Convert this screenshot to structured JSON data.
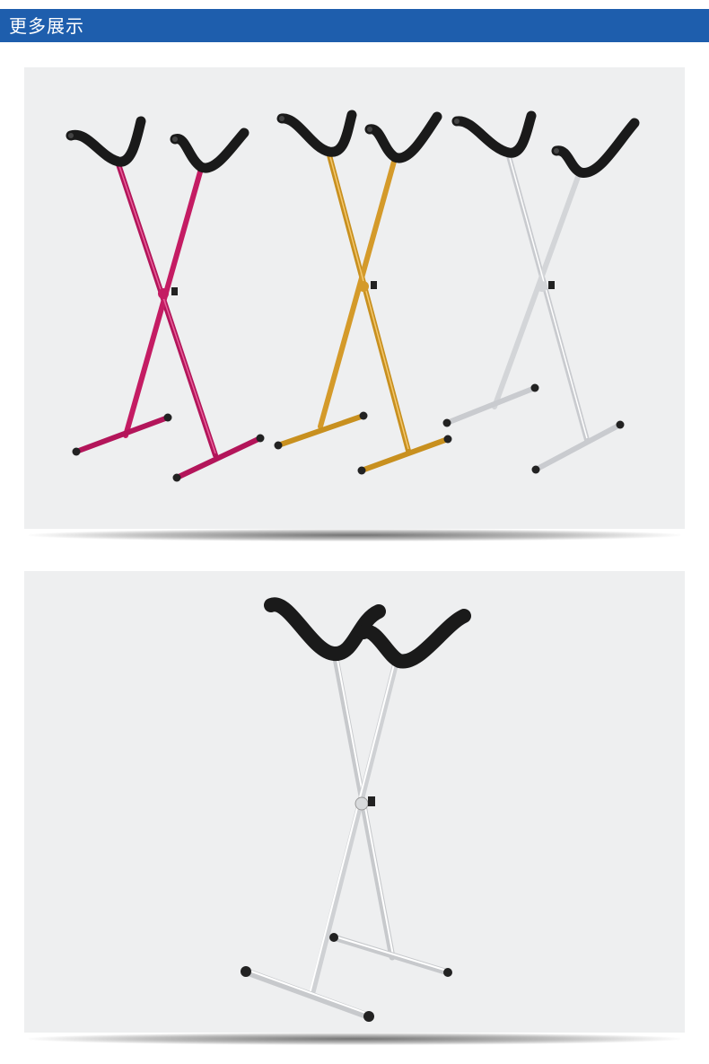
{
  "header": {
    "title": "更多展示",
    "background_color": "#1e5ead"
  },
  "gallery": {
    "images": [
      {
        "description_icon": "x-guitar-stands-three-colors",
        "colors": [
          "#c2185b",
          "#d49a2a",
          "#d8dadc"
        ]
      },
      {
        "description_icon": "x-guitar-stand-silver",
        "colors": [
          "#d8dadc"
        ]
      }
    ]
  }
}
